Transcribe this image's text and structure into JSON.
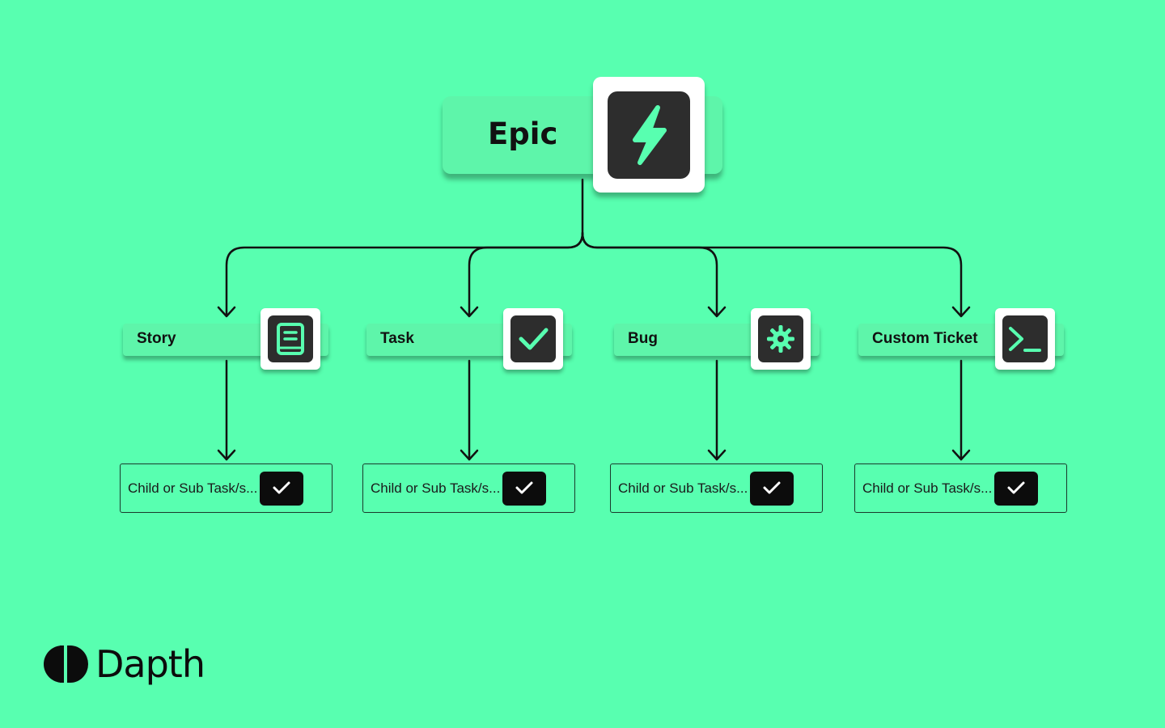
{
  "colors": {
    "background": "#58ffb0",
    "bar": "#5ef5aa",
    "tile": "#ffffff",
    "icon_bg": "#2d2d2d",
    "icon_fg": "#58ffb0",
    "check_bg": "#0c0c0c",
    "line": "#111111"
  },
  "epic": {
    "label": "Epic",
    "icon": "lightning-bolt-icon"
  },
  "types": [
    {
      "label": "Story",
      "icon": "book-icon",
      "child_text": "Child or Sub Task/s..."
    },
    {
      "label": "Task",
      "icon": "checkmark-icon",
      "child_text": "Child or Sub Task/s..."
    },
    {
      "label": "Bug",
      "icon": "virus-gear-icon",
      "child_text": "Child or Sub Task/s..."
    },
    {
      "label": "Custom Ticket",
      "icon": "terminal-prompt-icon",
      "child_text": "Child or Sub Task/s..."
    }
  ],
  "child_icon": "checkmark-icon",
  "brand": {
    "name": "Dapth",
    "icon": "dapth-logo-icon"
  }
}
